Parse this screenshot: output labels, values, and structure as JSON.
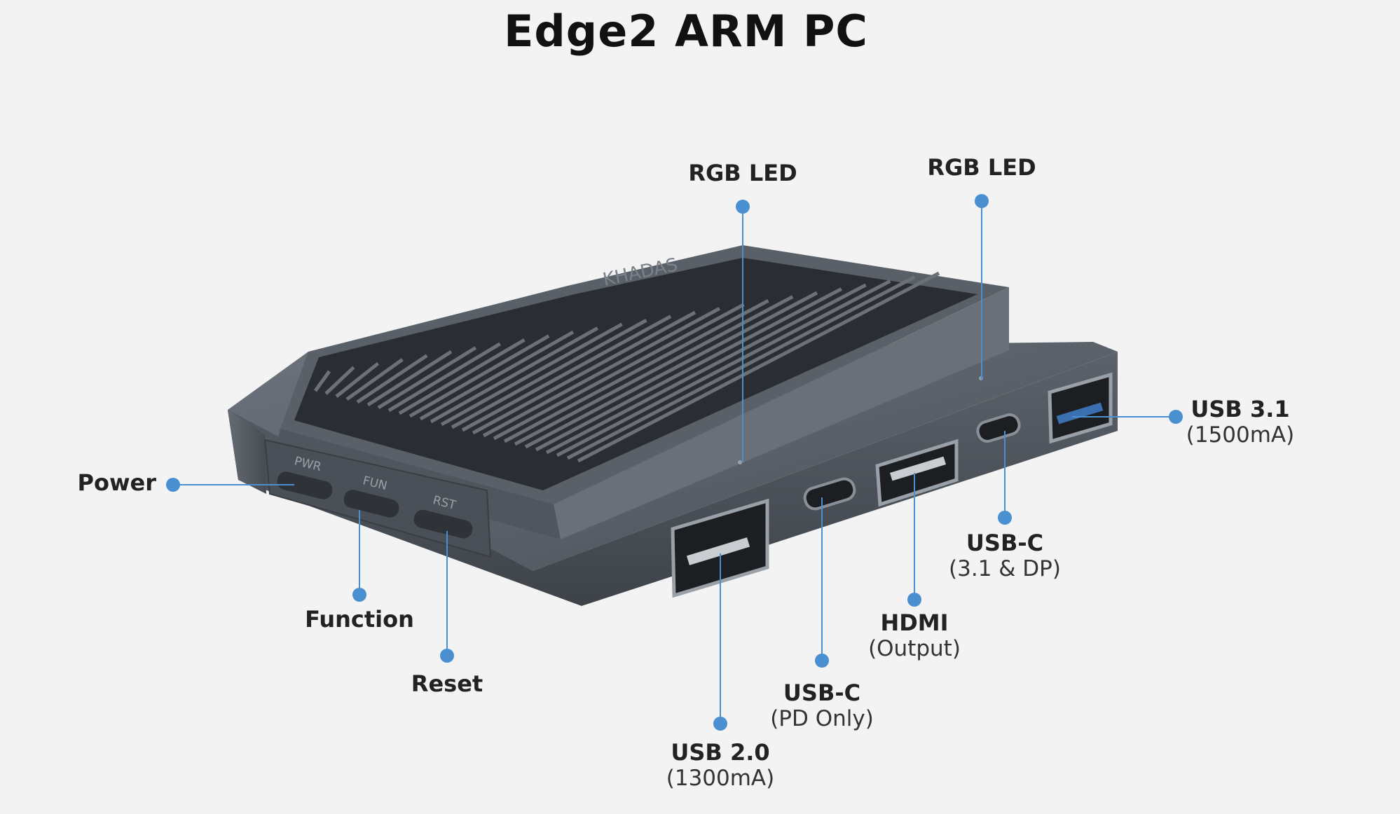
{
  "title": "Edge2 ARM PC",
  "brand_mark": "KHADAS",
  "button_marks": {
    "pwr": "PWR",
    "fun": "FUN",
    "rst": "RST"
  },
  "accent_color": "#4a90d0",
  "callouts": {
    "rgb_led_1": {
      "name": "RGB LED"
    },
    "rgb_led_2": {
      "name": "RGB LED"
    },
    "power": {
      "name": "Power"
    },
    "function": {
      "name": "Function"
    },
    "reset": {
      "name": "Reset"
    },
    "usb_20": {
      "name": "USB 2.0",
      "sub": "(1300mA)"
    },
    "usb_c_pd": {
      "name": "USB-C",
      "sub": "(PD Only)"
    },
    "hdmi": {
      "name": "HDMI",
      "sub": "(Output)"
    },
    "usb_c_dp": {
      "name": "USB-C",
      "sub": "(3.1 & DP)"
    },
    "usb_31": {
      "name": "USB 3.1",
      "sub": "(1500mA)"
    }
  }
}
